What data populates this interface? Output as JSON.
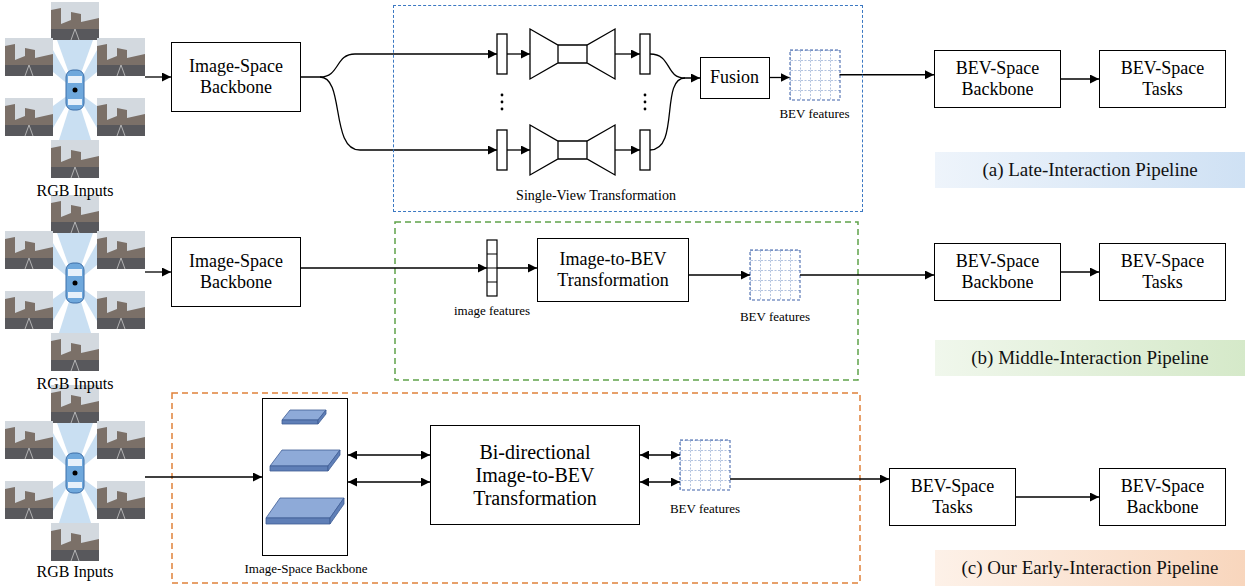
{
  "diagram": {
    "nodes": [
      {
        "text": [
          "RGB Inputs"
        ]
      },
      {
        "text": [
          "Image-Space Backbone"
        ]
      },
      {
        "text": [
          "Single-View Transformation"
        ]
      },
      {
        "text": [
          "Fusion"
        ],
        "in": 2
      },
      {
        "text": [
          "BEV features"
        ],
        "in": 2
      },
      {
        "text": [
          "BEV-Space Backbone"
        ]
      },
      {
        "text": [
          "BEV-Space Tasks"
        ]
      },
      {
        "text": [
          "(a) Late-Interaction Pipeline"
        ]
      },
      {
        "text": [
          "RGB Inputs"
        ]
      },
      {
        "text": [
          "Image-Space Backbone"
        ]
      },
      {
        "text": [
          "image features"
        ]
      },
      {
        "text": [
          "Image-to-BEV Transformation"
        ]
      },
      {
        "text": [
          "BEV features"
        ]
      },
      {
        "text": [
          "BEV-Space Backbone"
        ]
      },
      {
        "text": [
          "BEV-Space Tasks"
        ]
      },
      {
        "text": [
          "(b) Middle-Interaction Pipeline"
        ]
      },
      {
        "text": [
          "RGB Inputs"
        ]
      },
      {
        "text": [
          "Image-Space Backbone"
        ]
      },
      {
        "text": [
          "Bi-directional Image-to-BEV Transformation"
        ]
      },
      {
        "text": [
          "BEV features"
        ]
      },
      {
        "text": [
          "BEV-Space Tasks"
        ]
      },
      {
        "text": [
          "BEV-Space Backbone"
        ]
      },
      {
        "text": [
          "(c) Our Early-Interaction Pipeline"
        ]
      }
    ],
    "edges": [
      {
        "from": 0,
        "to": 1,
        "arrow": "to"
      },
      {
        "from": 3,
        "to": 4,
        "arrow": "to"
      },
      {
        "from": 4,
        "to": 5,
        "arrow": "to"
      },
      {
        "from": 5,
        "to": 6,
        "arrow": "to"
      },
      {
        "from": 8,
        "to": 9,
        "arrow": "to"
      },
      {
        "from": 9,
        "to": 10,
        "arrow": "to"
      },
      {
        "from": 10,
        "to": 11,
        "arrow": "to"
      },
      {
        "from": 11,
        "to": 12,
        "arrow": "to"
      },
      {
        "from": 12,
        "to": 13,
        "arrow": "to"
      },
      {
        "from": 13,
        "to": 14,
        "arrow": "to"
      },
      {
        "from": 16,
        "to": 17,
        "arrow": "to"
      },
      {
        "from": 17,
        "to": 18,
        "arrow": "both"
      },
      {
        "from": 17,
        "to": 18,
        "arrow": "both"
      },
      {
        "from": 18,
        "to": 19,
        "arrow": "both"
      },
      {
        "from": 18,
        "to": 19,
        "arrow": "both"
      },
      {
        "from": 19,
        "to": 20,
        "arrow": "to"
      },
      {
        "from": 20,
        "to": 21,
        "arrow": "to"
      }
    ]
  }
}
